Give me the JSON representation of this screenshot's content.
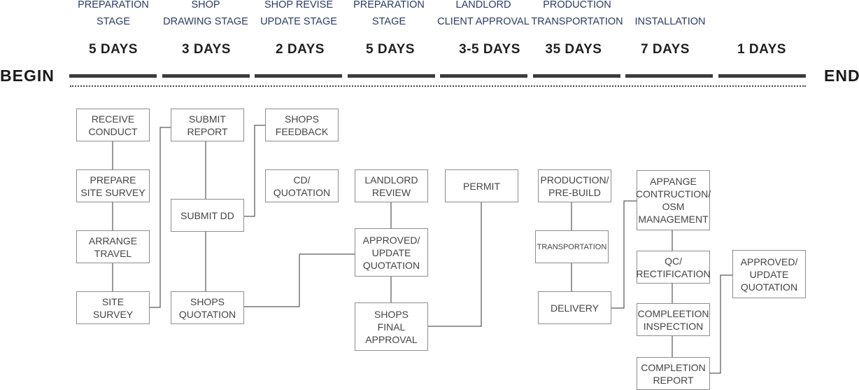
{
  "timeline": {
    "begin_label": "BEGIN",
    "end_label": "END",
    "stages": [
      {
        "name": "PREPARATION\nSTAGE",
        "days": "5 DAYS"
      },
      {
        "name": "SHOP\nDRAWING STAGE",
        "days": "3 DAYS"
      },
      {
        "name": "SHOP REVISE\nUPDATE STAGE",
        "days": "2 DAYS"
      },
      {
        "name": "PREPARATION\nSTAGE",
        "days": "5 DAYS"
      },
      {
        "name": "LANDLORD\nCLIENT APPROVAL",
        "days": "3-5 DAYS"
      },
      {
        "name": "PRODUCTION\nTRANSPORTATION",
        "days": "35 DAYS"
      },
      {
        "name": "INSTALLATION",
        "days": "7 DAYS"
      },
      {
        "name": "",
        "days": "1 DAYS"
      }
    ]
  },
  "steps": {
    "receive_conduct": "RECEIVE\nCONDUCT",
    "prepare_site_survey": "PREPARE\nSITE SURVEY",
    "arrange_travel": "ARRANGE\nTRAVEL",
    "site_survey": "SITE\nSURVEY",
    "submit_report": "SUBMIT\nREPORT",
    "submit_dd": "SUBMIT DD",
    "shops_quotation": "SHOPS\nQUOTATION",
    "shops_feedback": "SHOPS\nFEEDBACK",
    "cd_quotation": "CD/\nQUOTATION",
    "landlord_review": "LANDLORD\nREVIEW",
    "approved_update_quotation_1": "APPROVED/\nUPDATE\nQUOTATION",
    "shops_final_approval": "SHOPS\nFINAL\nAPPROVAL",
    "permit": "PERMIT",
    "production_prebuild": "PRODUCTION/\nPRE-BUILD",
    "transportation": "TRANSPORTATION",
    "delivery": "DELIVERY",
    "appange_construction": "APPANGE\nCONTRUCTION/\nOSM\nMANAGEMENT",
    "qc_rectification": "QC/\nRECTIFICATION",
    "compleetion_inspection": "COMPLEETION\nINSPECTION",
    "completion_report": "COMPLETION\nREPORT",
    "approved_update_quotation_2": "APPROVED/\nUPDATE\nQUOTATION"
  }
}
